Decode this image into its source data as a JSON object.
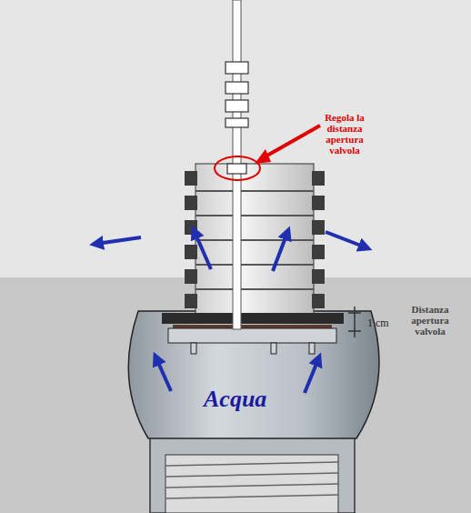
{
  "diagram": {
    "labels": [
      "Regola la distanza apertura valvola",
      "1 cm",
      "Distanza apertura valvola",
      "Acqua"
    ]
  }
}
